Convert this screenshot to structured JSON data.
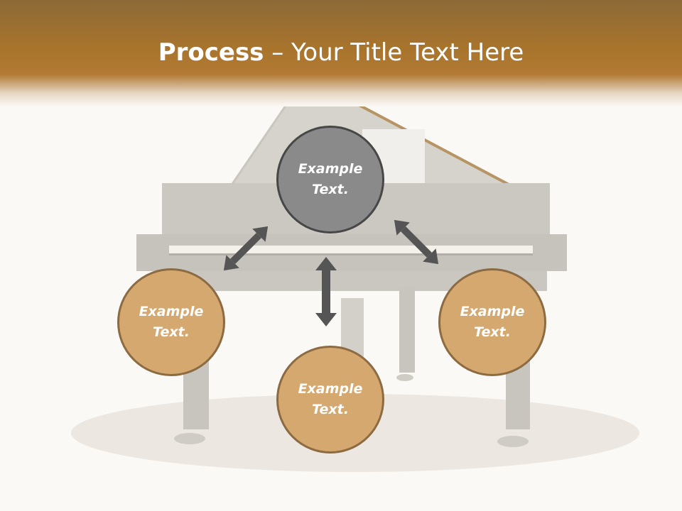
{
  "title": {
    "bold": "Process",
    "rest": " – Your Title Text Here"
  },
  "circles": {
    "top": {
      "text": "Example Text."
    },
    "left": {
      "text": "Example Text."
    },
    "right": {
      "text": "Example Text."
    },
    "bottom": {
      "text": "Example Text."
    }
  },
  "colors": {
    "header": "#a8742c",
    "circle_fill": "#d4a86e",
    "circle_border": "#8c6b42",
    "center_fill": "#8a8a8a",
    "center_border": "#474747",
    "arrow": "#555555",
    "background": "#fbf9f6"
  }
}
